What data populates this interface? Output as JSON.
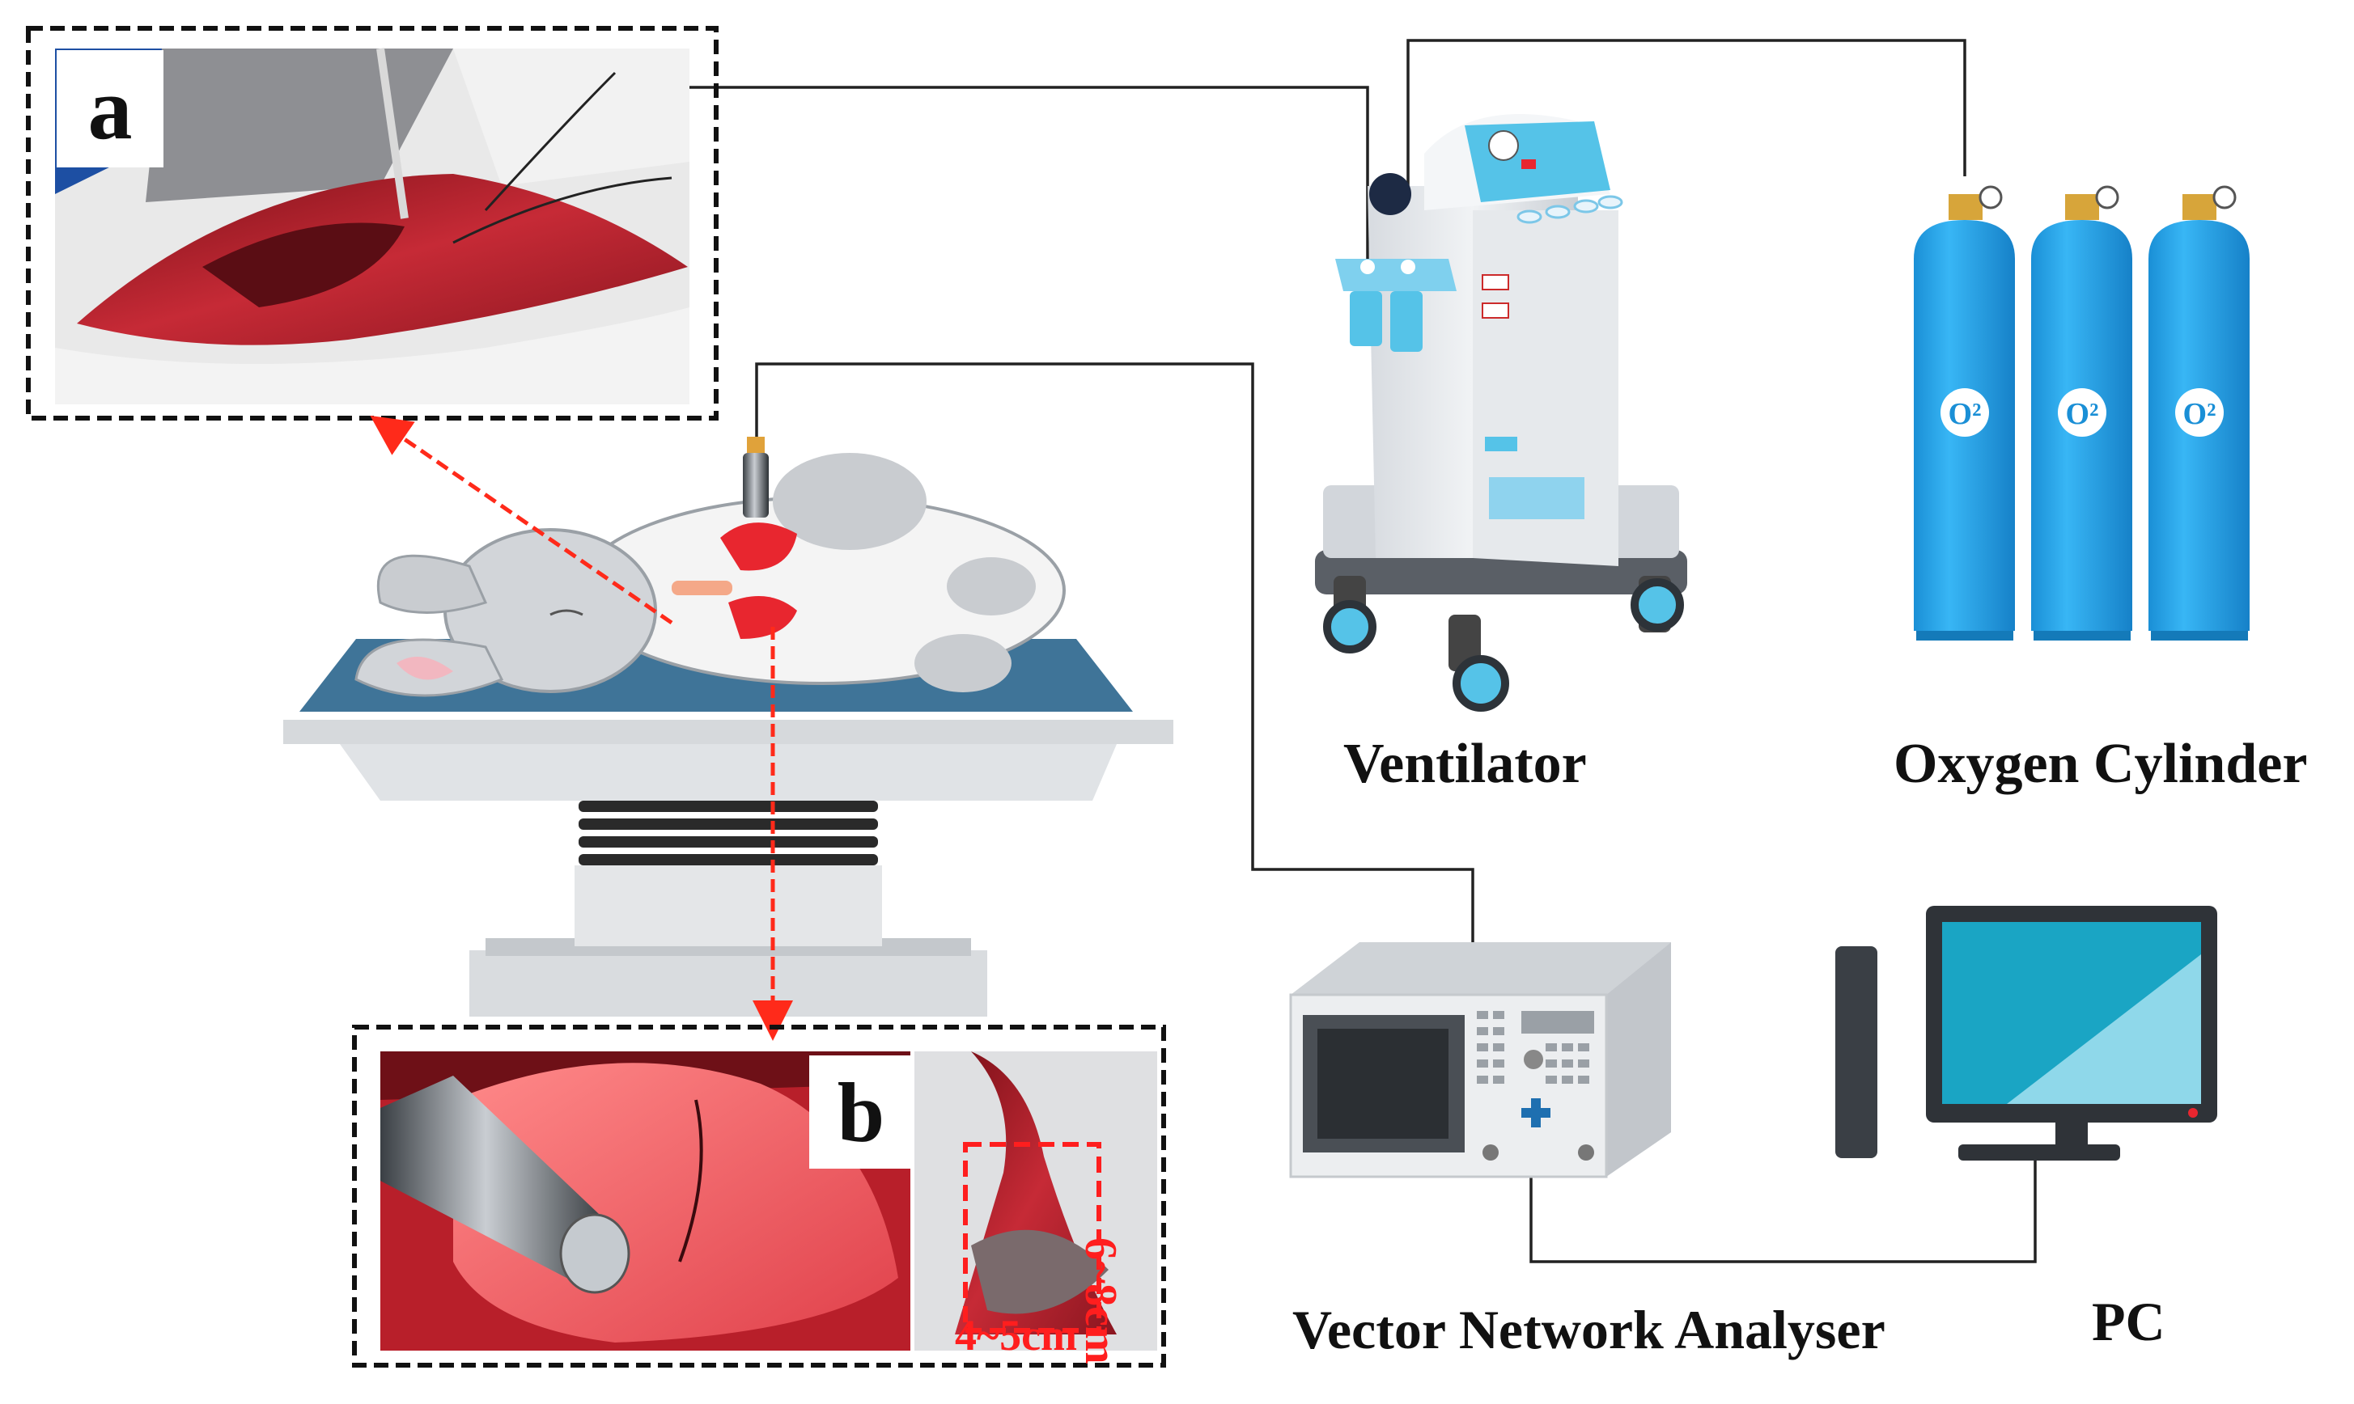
{
  "figure": {
    "panel_a_label": "a",
    "panel_b_label": "b",
    "dim_height": "6~8cm",
    "dim_width": "4~5cm",
    "labels": {
      "ventilator": "Ventilator",
      "oxygen_cylinder": "Oxygen Cylinder",
      "vna": "Vector Network Analyser",
      "pc": "PC"
    },
    "cylinder_marks": [
      "O²",
      "O²",
      "O²"
    ]
  },
  "colors": {
    "cylinder": "#1ea0ea",
    "ventilator_accent": "#55c3e8",
    "table_top": "#3f7498",
    "arrow": "#ff2a1a",
    "lung": "#e8262f",
    "tissue": "#b0202b",
    "pc_screen": "#1aa5c4"
  }
}
